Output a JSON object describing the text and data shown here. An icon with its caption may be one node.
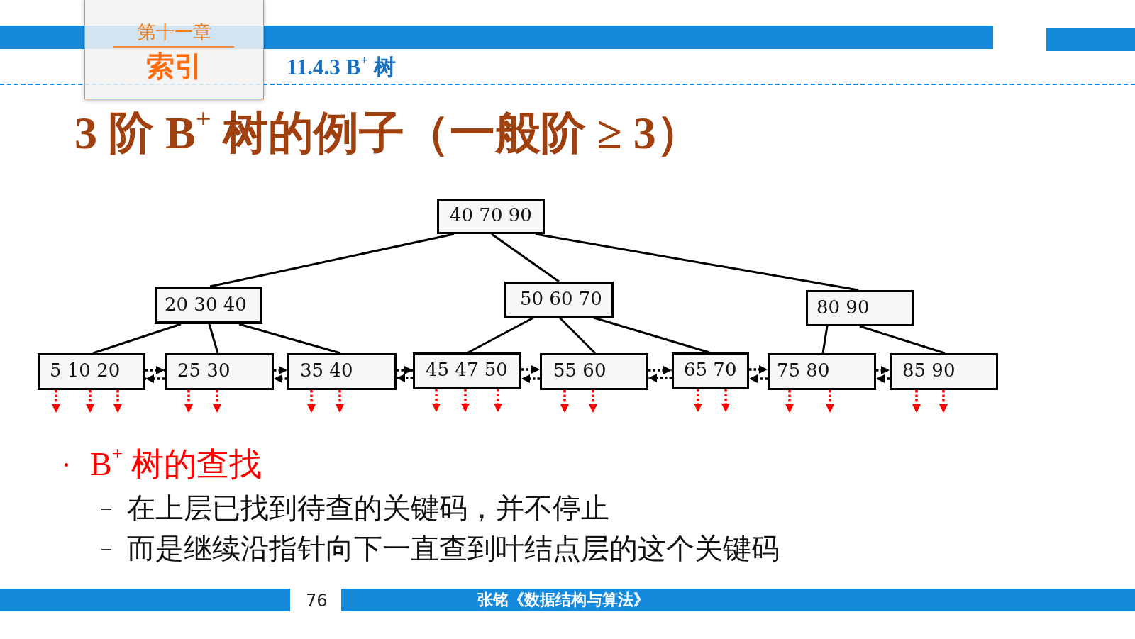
{
  "diagram": {
    "title": "3 阶 B$^{+}$ 树的例子（一般阶 ≥ 3）",
    "nodes": [
      {
        "text": [
          "第十一章",
          "索引"
        ]
      },
      {
        "text": [
          "40 70 90"
        ]
      },
      {
        "text": [
          "20 30 40"
        ]
      },
      {
        "text": [
          "50 60 70"
        ]
      },
      {
        "text": [
          "80 90"
        ]
      },
      {
        "text": [
          "5 10 20"
        ]
      },
      {
        "text": [
          "25 30"
        ]
      },
      {
        "text": [
          "35 40"
        ]
      },
      {
        "text": [
          "45 47 50"
        ]
      },
      {
        "text": [
          "55 60"
        ]
      },
      {
        "text": [
          "65 70"
        ]
      },
      {
        "text": [
          "75 80"
        ]
      },
      {
        "text": [
          "85 90"
        ]
      },
      {
        "text": [
          "张铭《数据结构与算法》"
        ]
      }
    ],
    "edges": [
      {
        "from": 1,
        "to": 2,
        "arrow": "none"
      },
      {
        "from": 1,
        "to": 3,
        "arrow": "none"
      },
      {
        "from": 1,
        "to": 4,
        "arrow": "none"
      },
      {
        "from": 2,
        "to": 5,
        "arrow": "none"
      },
      {
        "from": 2,
        "to": 6,
        "arrow": "none"
      },
      {
        "from": 2,
        "to": 7,
        "arrow": "none"
      },
      {
        "from": 3,
        "to": 8,
        "arrow": "none"
      },
      {
        "from": 3,
        "to": 9,
        "arrow": "none"
      },
      {
        "from": 3,
        "to": 10,
        "arrow": "none"
      },
      {
        "from": 4,
        "to": 11,
        "arrow": "none"
      },
      {
        "from": 4,
        "to": 12,
        "arrow": "none"
      },
      {
        "from": 5,
        "to": 6,
        "arrow": "to",
        "style": "dashed"
      },
      {
        "from": 6,
        "to": 5,
        "arrow": "to",
        "style": "dashed"
      },
      {
        "from": 6,
        "to": 7,
        "arrow": "to",
        "style": "dashed"
      },
      {
        "from": 7,
        "to": 6,
        "arrow": "to",
        "style": "dashed"
      },
      {
        "from": 7,
        "to": 8,
        "arrow": "to",
        "style": "dashed"
      },
      {
        "from": 8,
        "to": 7,
        "arrow": "to",
        "style": "dashed"
      },
      {
        "from": 8,
        "to": 9,
        "arrow": "to",
        "style": "dashed"
      },
      {
        "from": 9,
        "to": 8,
        "arrow": "to",
        "style": "dashed"
      },
      {
        "from": 9,
        "to": 10,
        "arrow": "to",
        "style": "dashed"
      },
      {
        "from": 10,
        "to": 9,
        "arrow": "to",
        "style": "dashed"
      },
      {
        "from": 10,
        "to": 11,
        "arrow": "to",
        "style": "dashed"
      },
      {
        "from": 11,
        "to": 10,
        "arrow": "to",
        "style": "dashed"
      },
      {
        "from": 11,
        "to": 12,
        "arrow": "to",
        "style": "dashed"
      },
      {
        "from": 12,
        "to": 11,
        "arrow": "to",
        "style": "dashed"
      },
      {
        "from": 5,
        "to": null,
        "arrow": "to",
        "style": "dashed",
        "color": "#ff0000"
      },
      {
        "from": 5,
        "to": null,
        "arrow": "to",
        "style": "dashed",
        "color": "#ff0000"
      },
      {
        "from": 5,
        "to": null,
        "arrow": "to",
        "style": "dashed",
        "color": "#ff0000"
      },
      {
        "from": 6,
        "to": null,
        "arrow": "to",
        "style": "dashed",
        "color": "#ff0000"
      },
      {
        "from": 6,
        "to": null,
        "arrow": "to",
        "style": "dashed",
        "color": "#ff0000"
      },
      {
        "from": 7,
        "to": null,
        "arrow": "to",
        "style": "dashed",
        "color": "#ff0000"
      },
      {
        "from": 7,
        "to": null,
        "arrow": "to",
        "style": "dashed",
        "color": "#ff0000"
      },
      {
        "from": 8,
        "to": null,
        "arrow": "to",
        "style": "dashed",
        "color": "#ff0000"
      },
      {
        "from": 8,
        "to": null,
        "arrow": "to",
        "style": "dashed",
        "color": "#ff0000"
      },
      {
        "from": 8,
        "to": null,
        "arrow": "to",
        "style": "dashed",
        "color": "#ff0000"
      },
      {
        "from": 9,
        "to": null,
        "arrow": "to",
        "style": "dashed",
        "color": "#ff0000"
      },
      {
        "from": 9,
        "to": null,
        "arrow": "to",
        "style": "dashed",
        "color": "#ff0000"
      },
      {
        "from": 10,
        "to": null,
        "arrow": "to",
        "style": "dashed",
        "color": "#ff0000"
      },
      {
        "from": 10,
        "to": null,
        "arrow": "to",
        "style": "dashed",
        "color": "#ff0000"
      },
      {
        "from": 11,
        "to": null,
        "arrow": "to",
        "style": "dashed",
        "color": "#ff0000"
      },
      {
        "from": 11,
        "to": null,
        "arrow": "to",
        "style": "dashed",
        "color": "#ff0000"
      },
      {
        "from": 12,
        "to": null,
        "arrow": "to",
        "style": "dashed",
        "color": "#ff0000"
      },
      {
        "from": 12,
        "to": null,
        "arrow": "to",
        "style": "dashed",
        "color": "#ff0000"
      }
    ],
    "labels": [
      "11.4.3 B$^{+}$ 树",
      "B$^{+}$ 树的查找",
      "在上层已找到待查的关键码，并不停止",
      "而是继续沿指针向下一直查到叶结点层的这个关键码",
      "76"
    ]
  }
}
